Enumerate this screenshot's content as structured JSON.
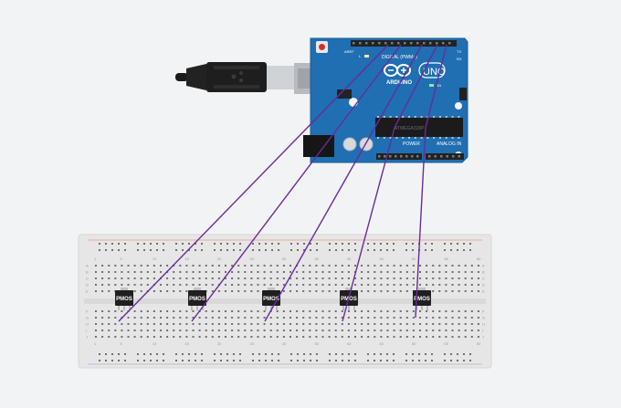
{
  "board": {
    "logo_text": "ARDUINO",
    "model": "UNO",
    "header_digital": "DIGITAL (PWM~)",
    "header_power": "POWER",
    "header_analog": "ANALOG IN",
    "label_aref": "AREF",
    "label_tx": "TX",
    "label_rx": "RX",
    "label_l": "L",
    "label_on": "ON",
    "chip_text": "ATMEGA328P",
    "colors": {
      "pcb": "#1f6fb2",
      "pcb_edge": "#1a5f98",
      "header": "#222222"
    }
  },
  "usb_cable": {
    "icon": "usb-b-cable-icon",
    "colors": {
      "plug": "#1b1b1b",
      "metal": "#c9ccd0"
    }
  },
  "breadboard": {
    "row_labels": [
      "A",
      "B",
      "C",
      "D",
      "E",
      "F",
      "G",
      "H",
      "I",
      "J"
    ],
    "column_markers": [
      "1",
      "5",
      "10",
      "15",
      "20",
      "25",
      "30",
      "35",
      "40",
      "45",
      "50",
      "55",
      "60"
    ],
    "colors": {
      "body": "#e4e4e4",
      "hole": "#6f6f6f",
      "rail_red": "#e57373",
      "rail_blue": "#7f9cc8"
    }
  },
  "transistors": [
    {
      "label": "PMOS"
    },
    {
      "label": "PMOS"
    },
    {
      "label": "PMOS"
    },
    {
      "label": "PMOS"
    },
    {
      "label": "PMOS"
    }
  ],
  "wires": {
    "count": 5,
    "color": "#6a2b9a"
  }
}
